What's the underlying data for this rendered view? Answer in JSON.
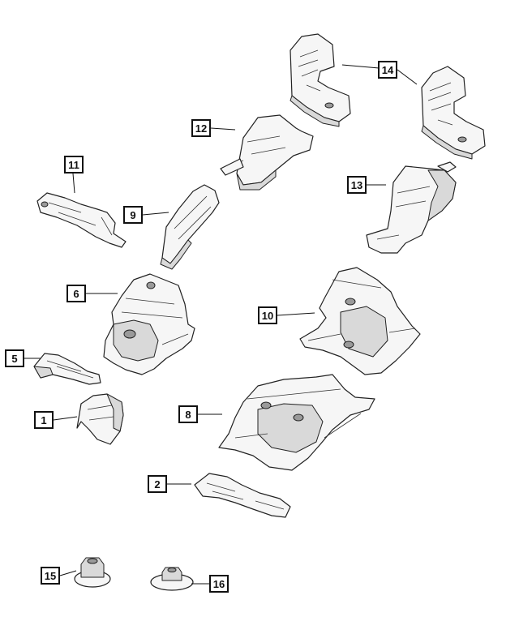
{
  "callouts": {
    "c1": "1",
    "c2": "2",
    "c5": "5",
    "c6": "6",
    "c8": "8",
    "c9": "9",
    "c10": "10",
    "c11": "11",
    "c12": "12",
    "c13": "13",
    "c14": "14",
    "c15": "15",
    "c16": "16"
  }
}
